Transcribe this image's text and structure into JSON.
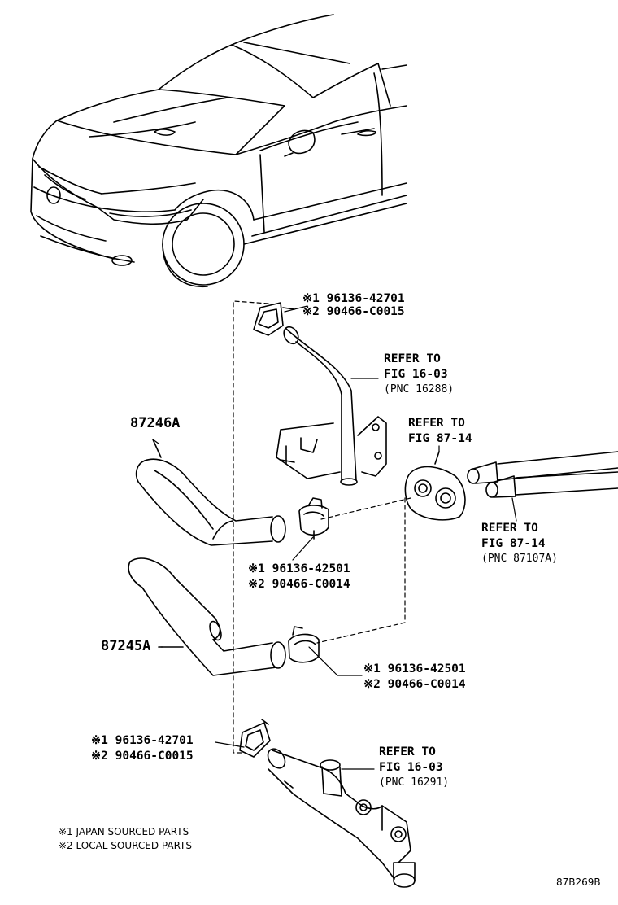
{
  "callouts": {
    "clip_top": {
      "line1": "※1 96136-42701",
      "line2": "※2 90466-C0015"
    },
    "clip_mid": {
      "line1": "※1 96136-42501",
      "line2": "※2 90466-C0014"
    },
    "clip_low_right": {
      "line1": "※1 96136-42501",
      "line2": "※2 90466-C0014"
    },
    "clip_bottom_left": {
      "line1": "※1 96136-42701",
      "line2": "※2 90466-C0015"
    }
  },
  "part_numbers": {
    "hose_upper": "87246A",
    "hose_lower": "87245A"
  },
  "references": {
    "ref_upper_pipe": {
      "line1": "REFER TO",
      "line2": "FIG 16-03",
      "line3": "(PNC 16288)"
    },
    "ref_grommet": {
      "line1": "REFER TO",
      "line2": "FIG 87-14"
    },
    "ref_heater_pipes": {
      "line1": "REFER TO",
      "line2": "FIG 87-14",
      "line3": "(PNC 87107A)"
    },
    "ref_lower_pipe": {
      "line1": "REFER TO",
      "line2": "FIG 16-03",
      "line3": "(PNC 16291)"
    }
  },
  "legend": {
    "japan": "※1 JAPAN SOURCED PARTS",
    "local": "※2 LOCAL SOURCED PARTS"
  },
  "figure_code": "87B269B"
}
